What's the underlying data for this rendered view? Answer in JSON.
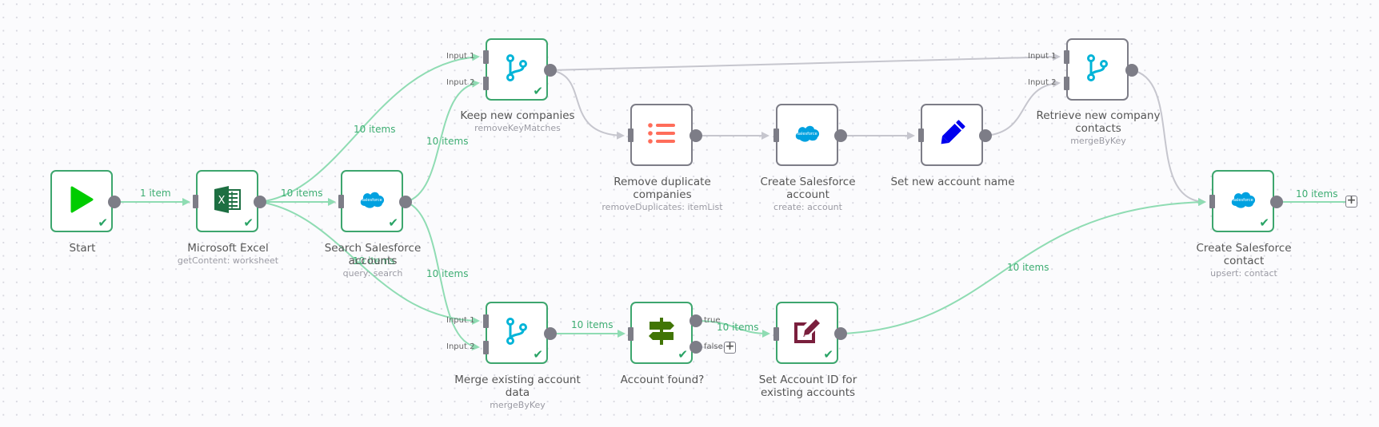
{
  "colors": {
    "success_border": "#3da66e",
    "idle_border": "#7d7d87",
    "edge_success": "#8fdcb3",
    "edge_idle": "#c6c6ce",
    "edge_label": "#3dad72"
  },
  "nodes": {
    "start": {
      "title": "Start",
      "subtitle": "",
      "icon": "play-icon",
      "status": "success"
    },
    "excel": {
      "title": "Microsoft Excel",
      "subtitle": "getContent: worksheet",
      "icon": "excel-icon",
      "status": "success"
    },
    "search_sf": {
      "title": "Search Salesforce",
      "title_line2": "accounts",
      "subtitle": "query: search",
      "icon": "salesforce-icon",
      "status": "success"
    },
    "keep_new": {
      "title": "Keep new companies",
      "subtitle": "removeKeyMatches",
      "icon": "merge-icon",
      "status": "success",
      "inputs": [
        "Input 1",
        "Input 2"
      ]
    },
    "remove_dup": {
      "title": "Remove duplicate",
      "title_line2": "companies",
      "subtitle": "removeDuplicates: itemList",
      "icon": "list-icon",
      "status": "idle"
    },
    "create_account": {
      "title": "Create Salesforce",
      "title_line2": "account",
      "subtitle": "create: account",
      "icon": "salesforce-icon",
      "status": "idle"
    },
    "set_name": {
      "title": "Set new account name",
      "subtitle": "",
      "icon": "pencil-icon",
      "status": "idle"
    },
    "retrieve": {
      "title": "Retrieve new company",
      "title_line2": "contacts",
      "subtitle": "mergeByKey",
      "icon": "merge-icon",
      "status": "idle",
      "inputs": [
        "Input 1",
        "Input 2"
      ]
    },
    "create_contact": {
      "title": "Create Salesforce",
      "title_line2": "contact",
      "subtitle": "upsert: contact",
      "icon": "salesforce-icon",
      "status": "success"
    },
    "merge_existing": {
      "title": "Merge existing account",
      "title_line2": "data",
      "subtitle": "mergeByKey",
      "icon": "merge-icon",
      "status": "success",
      "inputs": [
        "Input 1",
        "Input 2"
      ]
    },
    "account_found": {
      "title": "Account found?",
      "subtitle": "",
      "icon": "signpost-icon",
      "status": "success",
      "outputs": [
        "true",
        "false"
      ]
    },
    "set_account_id": {
      "title": "Set Account ID for",
      "title_line2": "existing accounts",
      "subtitle": "",
      "icon": "edit-icon",
      "status": "success"
    }
  },
  "edges": {
    "start_excel": "1 item",
    "excel_search": "10 items",
    "excel_keep": "10 items",
    "excel_merge": "10 items",
    "search_keep": "10 items",
    "search_merge": "10 items",
    "merge_found": "10 items",
    "found_setid": "10 items",
    "setid_contact": "10 items",
    "contact_out": "10 items"
  },
  "icons": {
    "salesforce_text": "salesforce",
    "excel_letter": "X",
    "check": "✔",
    "plus": "+"
  }
}
